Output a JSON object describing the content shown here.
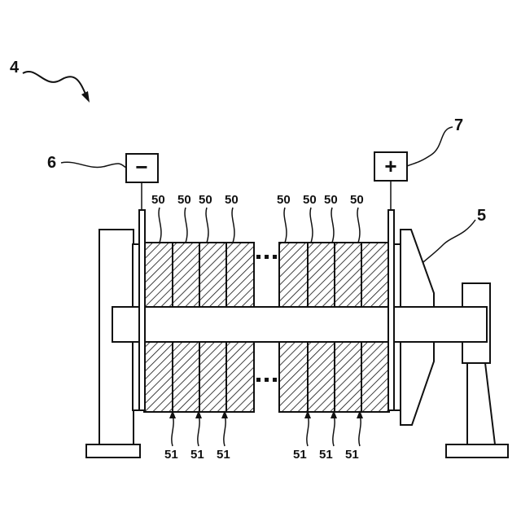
{
  "figure": {
    "assembly_label": "4",
    "shaft_label": "5",
    "negative_terminal_label": "6",
    "positive_terminal_label": "7",
    "negative_symbol": "−",
    "positive_symbol": "+",
    "cell_labels_top": [
      "50",
      "50",
      "50",
      "50",
      "50",
      "50",
      "50",
      "50"
    ],
    "cell_labels_bottom": [
      "51",
      "51",
      "51",
      "51",
      "51",
      "51"
    ],
    "hatch_color": "#111111"
  }
}
